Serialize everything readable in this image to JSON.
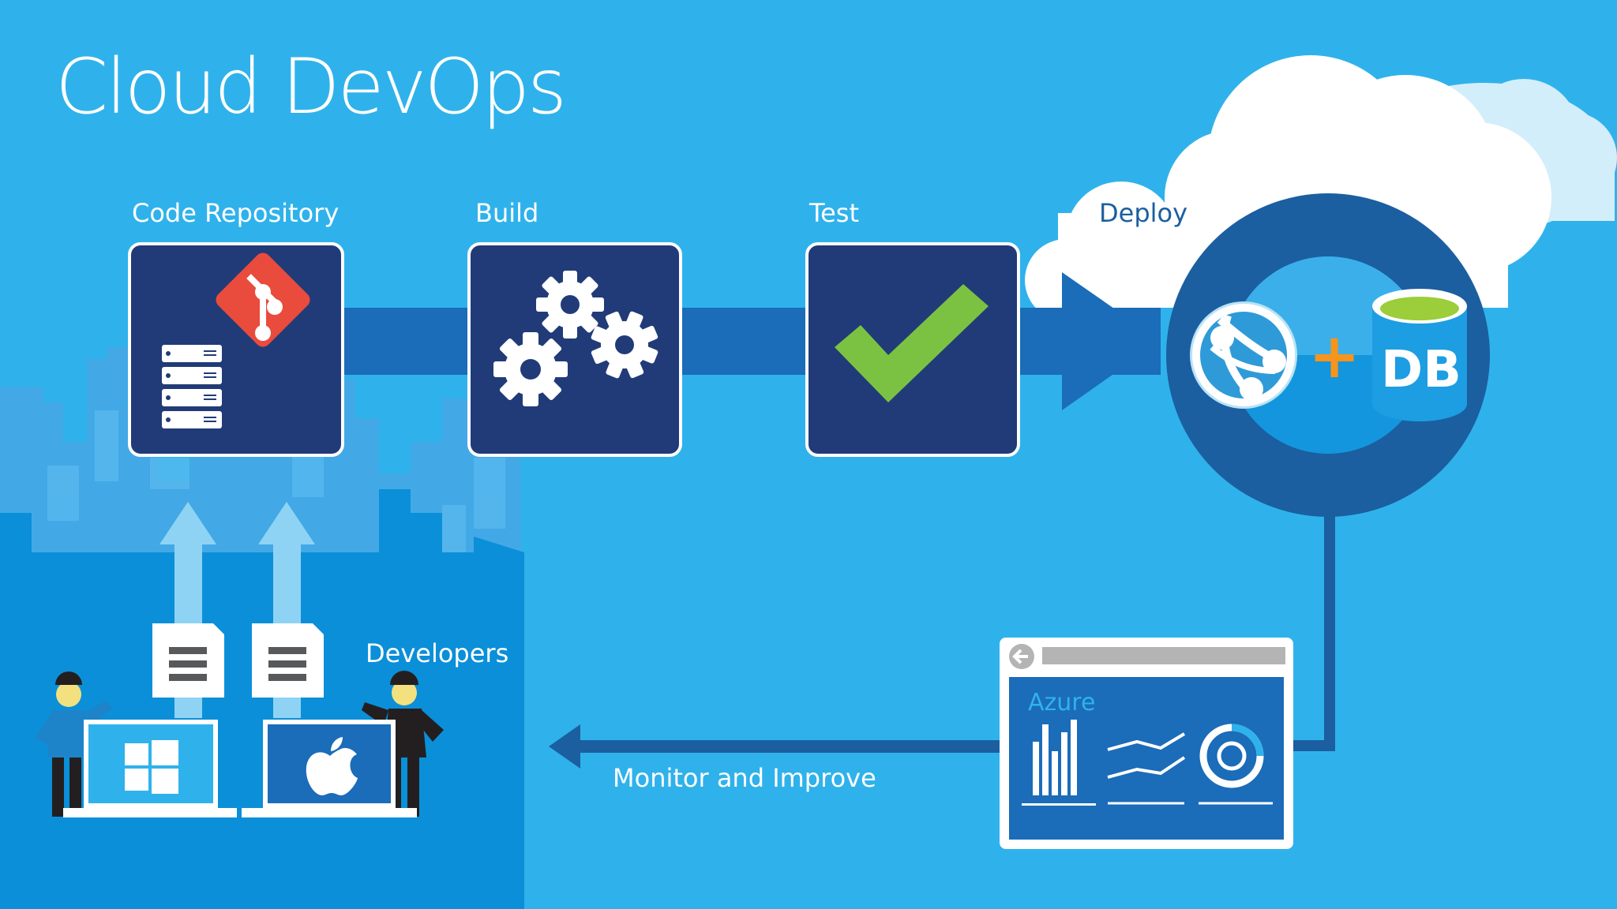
{
  "title": "Cloud DevOps",
  "steps": [
    {
      "label": "Code Repository",
      "icon": "git-repository-icon"
    },
    {
      "label": "Build",
      "icon": "gears-icon"
    },
    {
      "label": "Test",
      "icon": "checkmark-icon"
    },
    {
      "label": "Deploy",
      "icon": "web-app-and-database-icon"
    }
  ],
  "deploy": {
    "plus": "+",
    "db": "DB"
  },
  "developers": {
    "label": "Developers",
    "platforms": [
      "windows-laptop-icon",
      "apple-laptop-icon"
    ]
  },
  "monitor": {
    "label": "Monitor and Improve",
    "dashboard_title": "Azure"
  },
  "colors": {
    "background": "#2fb2eb",
    "tile": "#213b78",
    "pipeline": "#1b6cb9",
    "git": "#e94b3c",
    "check": "#7cc242",
    "plus": "#f7941d",
    "deploy_ring": "#1b5fa0",
    "arrow_light": "#8fd3f4"
  }
}
